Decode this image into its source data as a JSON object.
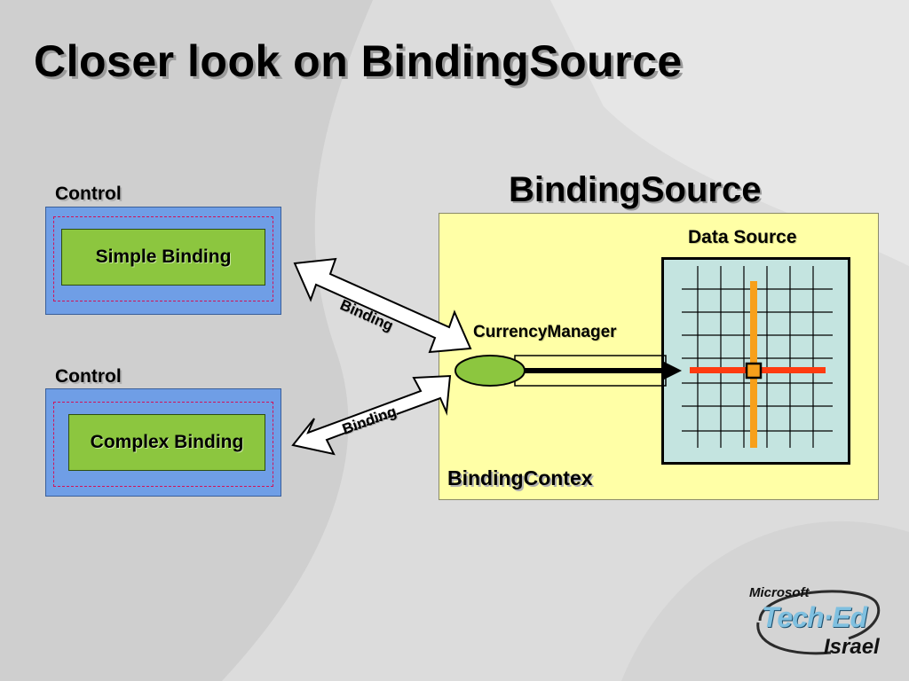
{
  "slide": {
    "title": "Closer look on BindingSource"
  },
  "controls": [
    {
      "label": "Control",
      "binding_label": "Simple Binding"
    },
    {
      "label": "Control",
      "binding_label": "Complex Binding"
    }
  ],
  "arrows": {
    "top_label": "Binding",
    "bottom_label": "Binding"
  },
  "binding_source": {
    "heading": "BindingSource",
    "data_source_label": "Data Source",
    "currency_manager_label": "CurrencyManager",
    "binding_context_label": "BindingContex"
  },
  "logo": {
    "company": "Microsoft",
    "event": "Tech·Ed",
    "country": "Israel"
  },
  "colors": {
    "control_blue": "#6f9ee6",
    "binding_green": "#8cc63f",
    "panel_yellow": "#ffffa6",
    "grid_teal": "#c4e4e0",
    "cursor_orange": "#f7a01b",
    "cursor_red": "#ff3b10",
    "dash_magenta": "#d0135a"
  }
}
